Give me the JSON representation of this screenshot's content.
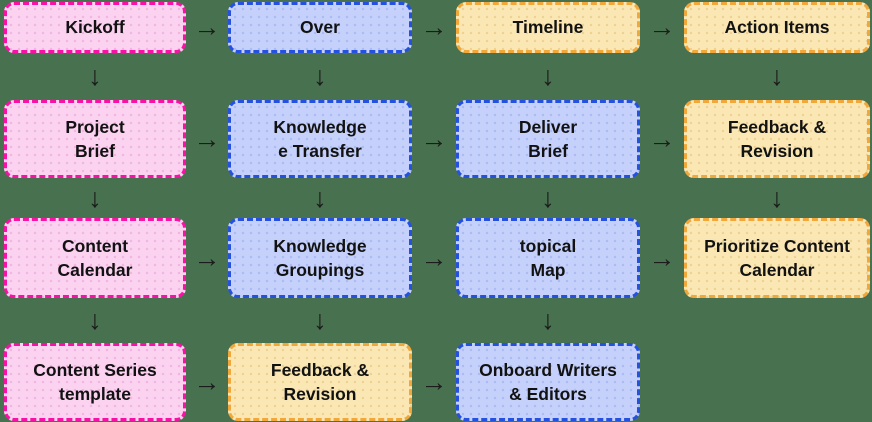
{
  "diagram": {
    "type": "flowchart",
    "background": "#48714F",
    "arrow_color": "#1B1C1B",
    "text_color": "#121212",
    "palette": {
      "pink": {
        "fill": "#FBD2F0",
        "border": "#F911A5",
        "dot": "#F2B3DF"
      },
      "blue": {
        "fill": "#C5D1FB",
        "border": "#2551E0",
        "dot": "#A9BBF2"
      },
      "yellow": {
        "fill": "#FAE7B4",
        "border": "#F1A73A",
        "dot": "#EDD193"
      }
    },
    "glyphs": {
      "right": "→",
      "down": "↓"
    },
    "rows": [
      {
        "cells": [
          {
            "label": "Kickoff",
            "color": "pink"
          },
          {
            "label": "Over",
            "color": "blue"
          },
          {
            "label": "Timeline",
            "color": "yellow"
          },
          {
            "label": "Action Items",
            "color": "yellow"
          }
        ]
      },
      {
        "cells": [
          {
            "label": "Project\nBrief",
            "color": "pink"
          },
          {
            "label": "Knowledge\ne Transfer",
            "color": "blue"
          },
          {
            "label": "Deliver\nBrief",
            "color": "blue"
          },
          {
            "label": "Feedback &\nRevision",
            "color": "yellow"
          }
        ]
      },
      {
        "cells": [
          {
            "label": "Content\nCalendar",
            "color": "pink"
          },
          {
            "label": "Knowledge\nGroupings",
            "color": "blue"
          },
          {
            "label": "topical\nMap",
            "color": "blue"
          },
          {
            "label": "Prioritize Content\nCalendar",
            "color": "yellow"
          }
        ]
      },
      {
        "cells": [
          {
            "label": "Content Series\ntemplate",
            "color": "pink"
          },
          {
            "label": "Feedback &\nRevision",
            "color": "yellow"
          },
          {
            "label": "Onboard Writers\n& Editors",
            "color": "blue"
          }
        ]
      }
    ]
  }
}
